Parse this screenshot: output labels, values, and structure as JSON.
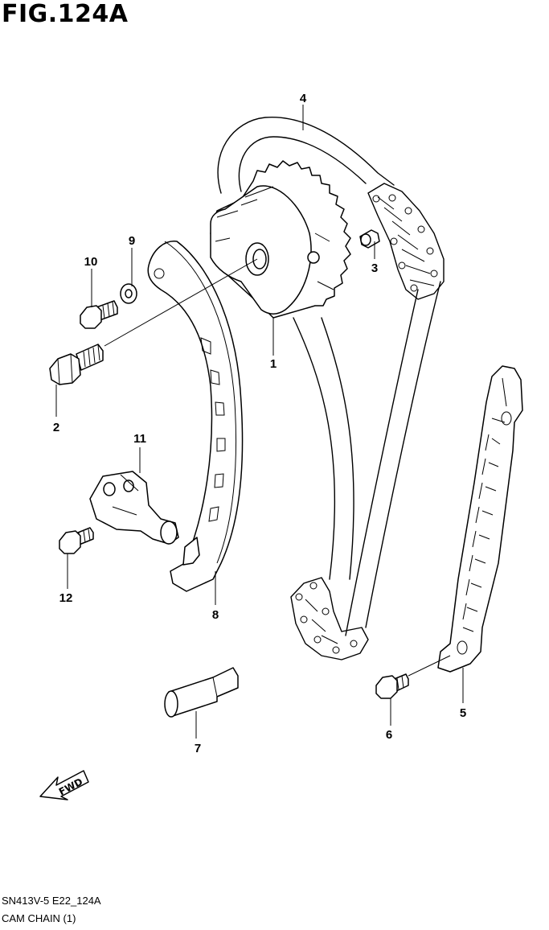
{
  "figure": {
    "title": "FIG.124A"
  },
  "callouts": [
    {
      "id": "c1",
      "label": "1"
    },
    {
      "id": "c2",
      "label": "2"
    },
    {
      "id": "c3",
      "label": "3"
    },
    {
      "id": "c4",
      "label": "4"
    },
    {
      "id": "c5",
      "label": "5"
    },
    {
      "id": "c6",
      "label": "6"
    },
    {
      "id": "c7",
      "label": "7"
    },
    {
      "id": "c8",
      "label": "8"
    },
    {
      "id": "c9",
      "label": "9"
    },
    {
      "id": "c10",
      "label": "10"
    },
    {
      "id": "c11",
      "label": "11"
    },
    {
      "id": "c12",
      "label": "12"
    }
  ],
  "direction_marker": {
    "label": "FWD",
    "icon": "forward-arrow-icon"
  },
  "footer": {
    "code": "SN413V-5 E22_124A",
    "caption": "CAM CHAIN (1)"
  }
}
